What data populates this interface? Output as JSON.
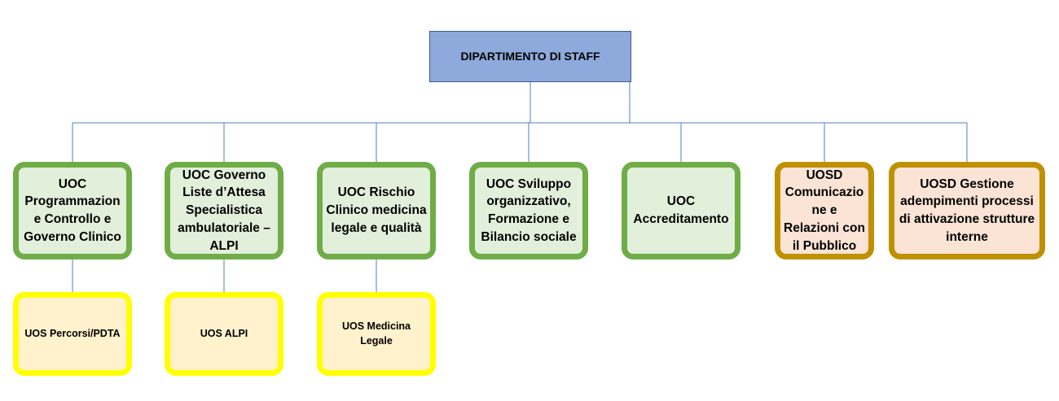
{
  "colors": {
    "root_fill": "#8eaadc",
    "root_border": "#41578a",
    "uoc_fill": "#e2efda",
    "uoc_border": "#6fad47",
    "uosd_fill": "#fbe4d5",
    "uosd_border": "#bf9000",
    "uos_fill": "#fff2cc",
    "uos_border": "#ffff00",
    "connector": "#4f81bd"
  },
  "root": {
    "label": "DIPARTIMENTO DI STAFF"
  },
  "units": [
    {
      "type": "UOC",
      "lines": [
        "UOC",
        "Programmazion",
        "e Controllo e",
        "Governo Clinico"
      ],
      "children": [
        {
          "type": "UOS",
          "lines": [
            "UOS Percorsi/PDTA"
          ]
        }
      ]
    },
    {
      "type": "UOC",
      "lines": [
        "UOC Governo",
        "Liste d’Attesa",
        "Specialistica",
        "ambulatoriale –",
        "ALPI"
      ],
      "children": [
        {
          "type": "UOS",
          "lines": [
            "UOS ALPI"
          ]
        }
      ]
    },
    {
      "type": "UOC",
      "lines": [
        "UOC Rischio",
        "Clinico medicina",
        "legale e qualità"
      ],
      "children": [
        {
          "type": "UOS",
          "lines": [
            "UOS Medicina",
            "Legale"
          ]
        }
      ]
    },
    {
      "type": "UOC",
      "lines": [
        "UOC Sviluppo",
        "organizzativo,",
        "Formazione e",
        "Bilancio sociale"
      ],
      "children": []
    },
    {
      "type": "UOC",
      "lines": [
        "UOC",
        "Accreditamento"
      ],
      "children": []
    },
    {
      "type": "UOSD",
      "lines": [
        "UOSD",
        "Comunicazio",
        "ne e",
        "Relazioni con",
        "il Pubblico"
      ],
      "children": []
    },
    {
      "type": "UOSD",
      "lines": [
        "UOSD Gestione",
        "adempimenti processi",
        "di attivazione strutture",
        "interne"
      ],
      "children": []
    }
  ]
}
